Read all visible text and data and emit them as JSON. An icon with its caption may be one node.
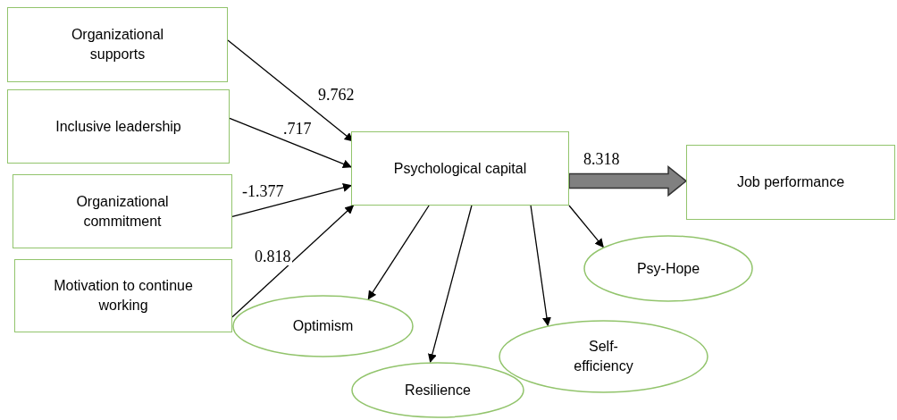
{
  "diagram": {
    "nodes": [
      {
        "text": [
          "Organizational supports"
        ]
      },
      {
        "text": [
          "Inclusive leadership"
        ]
      },
      {
        "text": [
          "Organizational commitment"
        ]
      },
      {
        "text": [
          "Motivation to continue working"
        ]
      },
      {
        "text": [
          "Psychological capital"
        ]
      },
      {
        "text": [
          "Job performance"
        ]
      },
      {
        "text": [
          "Psy-Hope"
        ]
      },
      {
        "text": [
          "Optimism"
        ]
      },
      {
        "text": [
          "Resilience"
        ]
      },
      {
        "text": [
          "Self-efficiency"
        ]
      }
    ],
    "edges": [
      {
        "from": 0,
        "to": 4,
        "arrow": "to",
        "label": "9.762"
      },
      {
        "from": 1,
        "to": 4,
        "arrow": "to",
        "label": ".717"
      },
      {
        "from": 2,
        "to": 4,
        "arrow": "to",
        "label": "-1.377"
      },
      {
        "from": 3,
        "to": 4,
        "arrow": "to",
        "label": "0.818"
      },
      {
        "from": 4,
        "to": 5,
        "arrow": "to",
        "label": "8.318",
        "style": "thick",
        "color": "#808080"
      },
      {
        "from": 4,
        "to": 6,
        "arrow": "to"
      },
      {
        "from": 4,
        "to": 7,
        "arrow": "to"
      },
      {
        "from": 4,
        "to": 8,
        "arrow": "to"
      },
      {
        "from": 4,
        "to": 9,
        "arrow": "to"
      }
    ]
  }
}
